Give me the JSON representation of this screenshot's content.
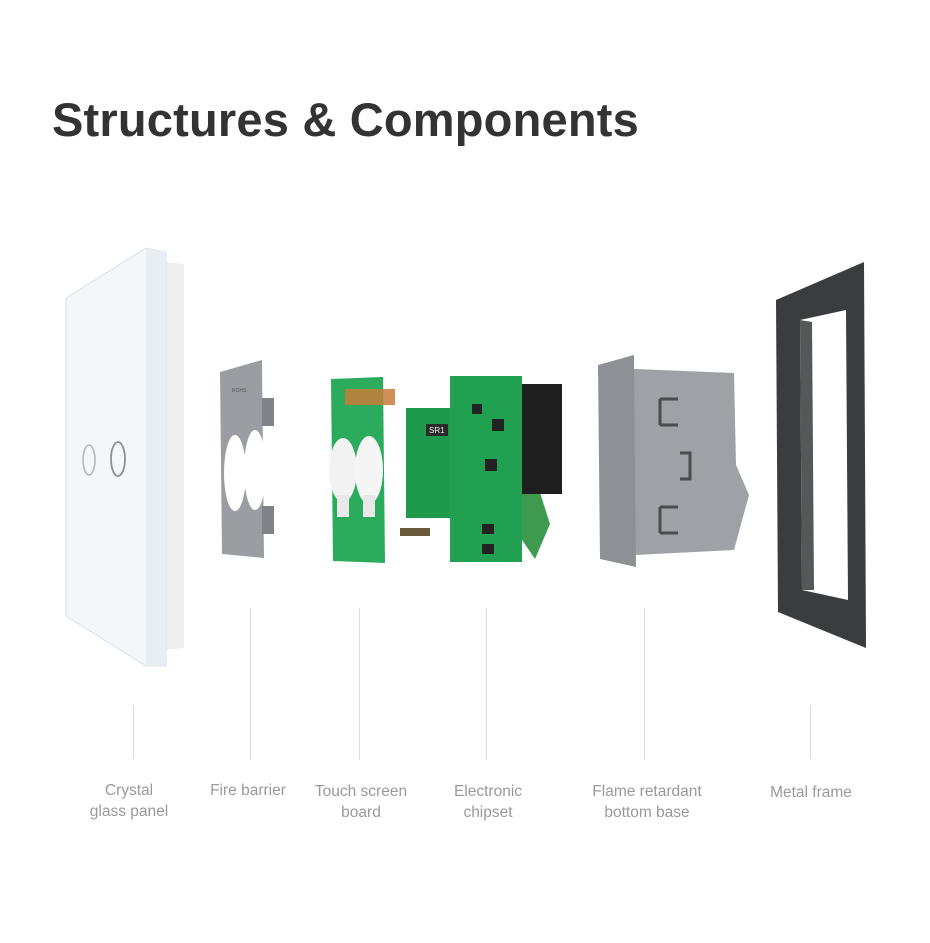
{
  "title": "Structures & Components",
  "components": [
    {
      "name": "crystal-glass-panel",
      "label_line1": "Crystal",
      "label_line2": "glass panel",
      "color": "#f4f8fb"
    },
    {
      "name": "fire-barrier",
      "label_line1": "Fire barrier",
      "label_line2": "",
      "color": "#8e9196"
    },
    {
      "name": "touch-screen-board",
      "label_line1": "Touch screen",
      "label_line2": "board",
      "color": "#2aa85a"
    },
    {
      "name": "electronic-chipset",
      "label_line1": "Electronic",
      "label_line2": "chipset",
      "color": "#1f9a4c"
    },
    {
      "name": "flame-retardant-bottom-base",
      "label_line1": "Flame retardant",
      "label_line2": "bottom base",
      "color": "#9a9da1"
    },
    {
      "name": "metal-frame",
      "label_line1": "Metal frame",
      "label_line2": "",
      "color": "#3b3c3f"
    }
  ],
  "panel": {
    "touch_buttons": 2
  },
  "chipset": {
    "component_marking": "SR1"
  }
}
